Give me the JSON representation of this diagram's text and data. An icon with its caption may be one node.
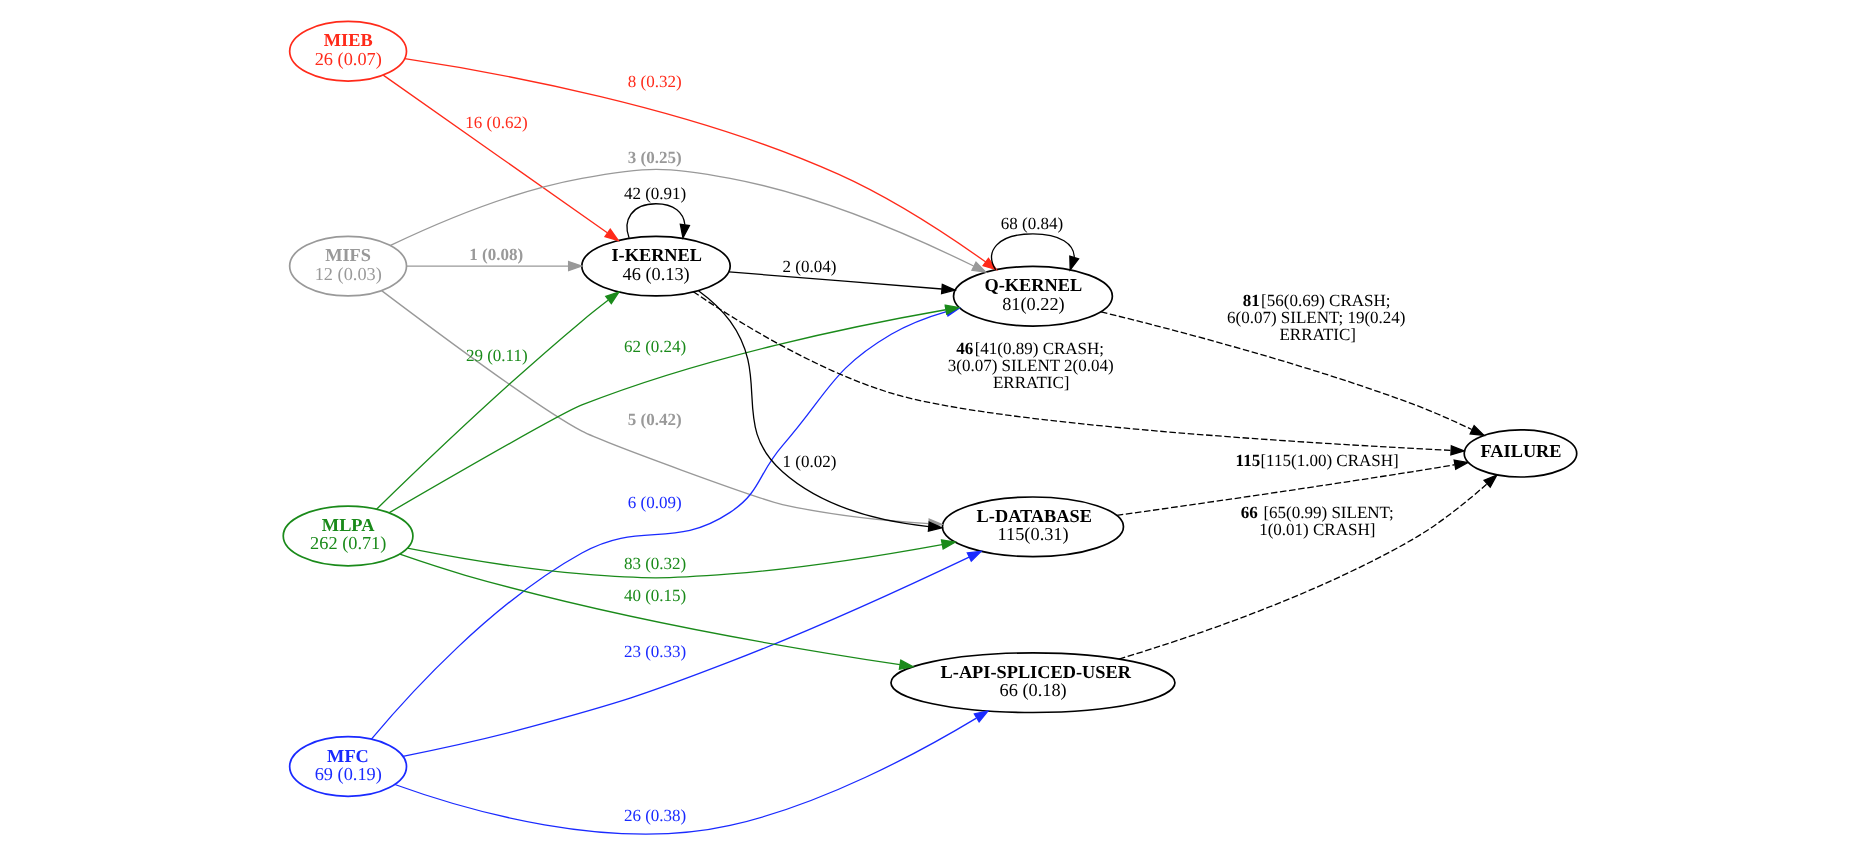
{
  "diagram": {
    "nodes": [
      {
        "text": [
          "MIEB",
          "26 (0.07)"
        ]
      },
      {
        "text": [
          "MIFS",
          "12 (0.03)"
        ]
      },
      {
        "text": [
          "MFC",
          "69 (0.19)"
        ]
      },
      {
        "text": [
          "MLPA",
          "262 (0.71)"
        ]
      },
      {
        "text": [
          "I-KERNEL",
          "46 (0.13)"
        ]
      },
      {
        "text": [
          "Q-KERNEL",
          "81(0.22)"
        ]
      },
      {
        "text": [
          "L-DATABASE",
          "115(0.31)"
        ]
      },
      {
        "text": [
          "L-API-SPLICED-USER",
          "66 (0.18)"
        ]
      },
      {
        "text": [
          "FAILURE"
        ]
      }
    ],
    "edges": [
      {
        "from": 0,
        "to": 5,
        "arrow": "to",
        "label": "8 (0.32)",
        "color": "#ff2a1a"
      },
      {
        "from": 0,
        "to": 4,
        "arrow": "to",
        "label": "16 (0.62)",
        "color": "#ff2a1a"
      },
      {
        "from": 1,
        "to": 5,
        "arrow": "to",
        "label": "**3 (0.25)**",
        "color": "#999999"
      },
      {
        "from": 1,
        "to": 4,
        "arrow": "to",
        "label": "**1 (0.08)**",
        "color": "#999999"
      },
      {
        "from": 1,
        "to": 6,
        "arrow": "to",
        "label": "**5 (0.42)**",
        "color": "#999999"
      },
      {
        "from": 2,
        "to": 5,
        "arrow": "to",
        "label": "6 (0.09)",
        "color": "#1a2aff"
      },
      {
        "from": 2,
        "to": 6,
        "arrow": "to",
        "label": "23 (0.33)",
        "color": "#1a2aff"
      },
      {
        "from": 2,
        "to": 7,
        "arrow": "to",
        "label": "26 (0.38)",
        "color": "#1a2aff"
      },
      {
        "from": 3,
        "to": 5,
        "arrow": "to",
        "label": "62 (0.24)",
        "color": "#1a8a1a"
      },
      {
        "from": 3,
        "to": 4,
        "arrow": "to",
        "label": "29 (0.11)",
        "color": "#1a8a1a"
      },
      {
        "from": 3,
        "to": 6,
        "arrow": "to",
        "label": "83 (0.32)",
        "color": "#1a8a1a"
      },
      {
        "from": 3,
        "to": 7,
        "arrow": "to",
        "label": "40 (0.15)",
        "color": "#1a8a1a"
      },
      {
        "from": 4,
        "to": 4,
        "arrow": "to",
        "label": "42 (0.91)"
      },
      {
        "from": 4,
        "to": 5,
        "arrow": "to",
        "label": "2 (0.04)"
      },
      {
        "from": 4,
        "to": 6,
        "arrow": "to",
        "label": "1 (0.02)"
      },
      {
        "from": 5,
        "to": 5,
        "arrow": "to",
        "label": "68 (0.84)"
      },
      {
        "from": 5,
        "to": 8,
        "arrow": "to",
        "style": "dashed",
        "label": "**81**[56(0.69) CRASH; 6(0.07) SILENT; 19(0.24) ERRATIC]"
      },
      {
        "from": 4,
        "to": 8,
        "arrow": "to",
        "style": "dashed",
        "label": "**46**[41(0.89) CRASH; 3(0.07) SILENT 2(0.04) ERRATIC]"
      },
      {
        "from": 6,
        "to": 8,
        "arrow": "to",
        "style": "dashed",
        "label": "**115**[115(1.00) CRASH]"
      },
      {
        "from": 7,
        "to": 8,
        "arrow": "to",
        "style": "dashed",
        "label": "**66** [65(0.99) SILENT; 1(0.01) CRASH]"
      }
    ]
  }
}
